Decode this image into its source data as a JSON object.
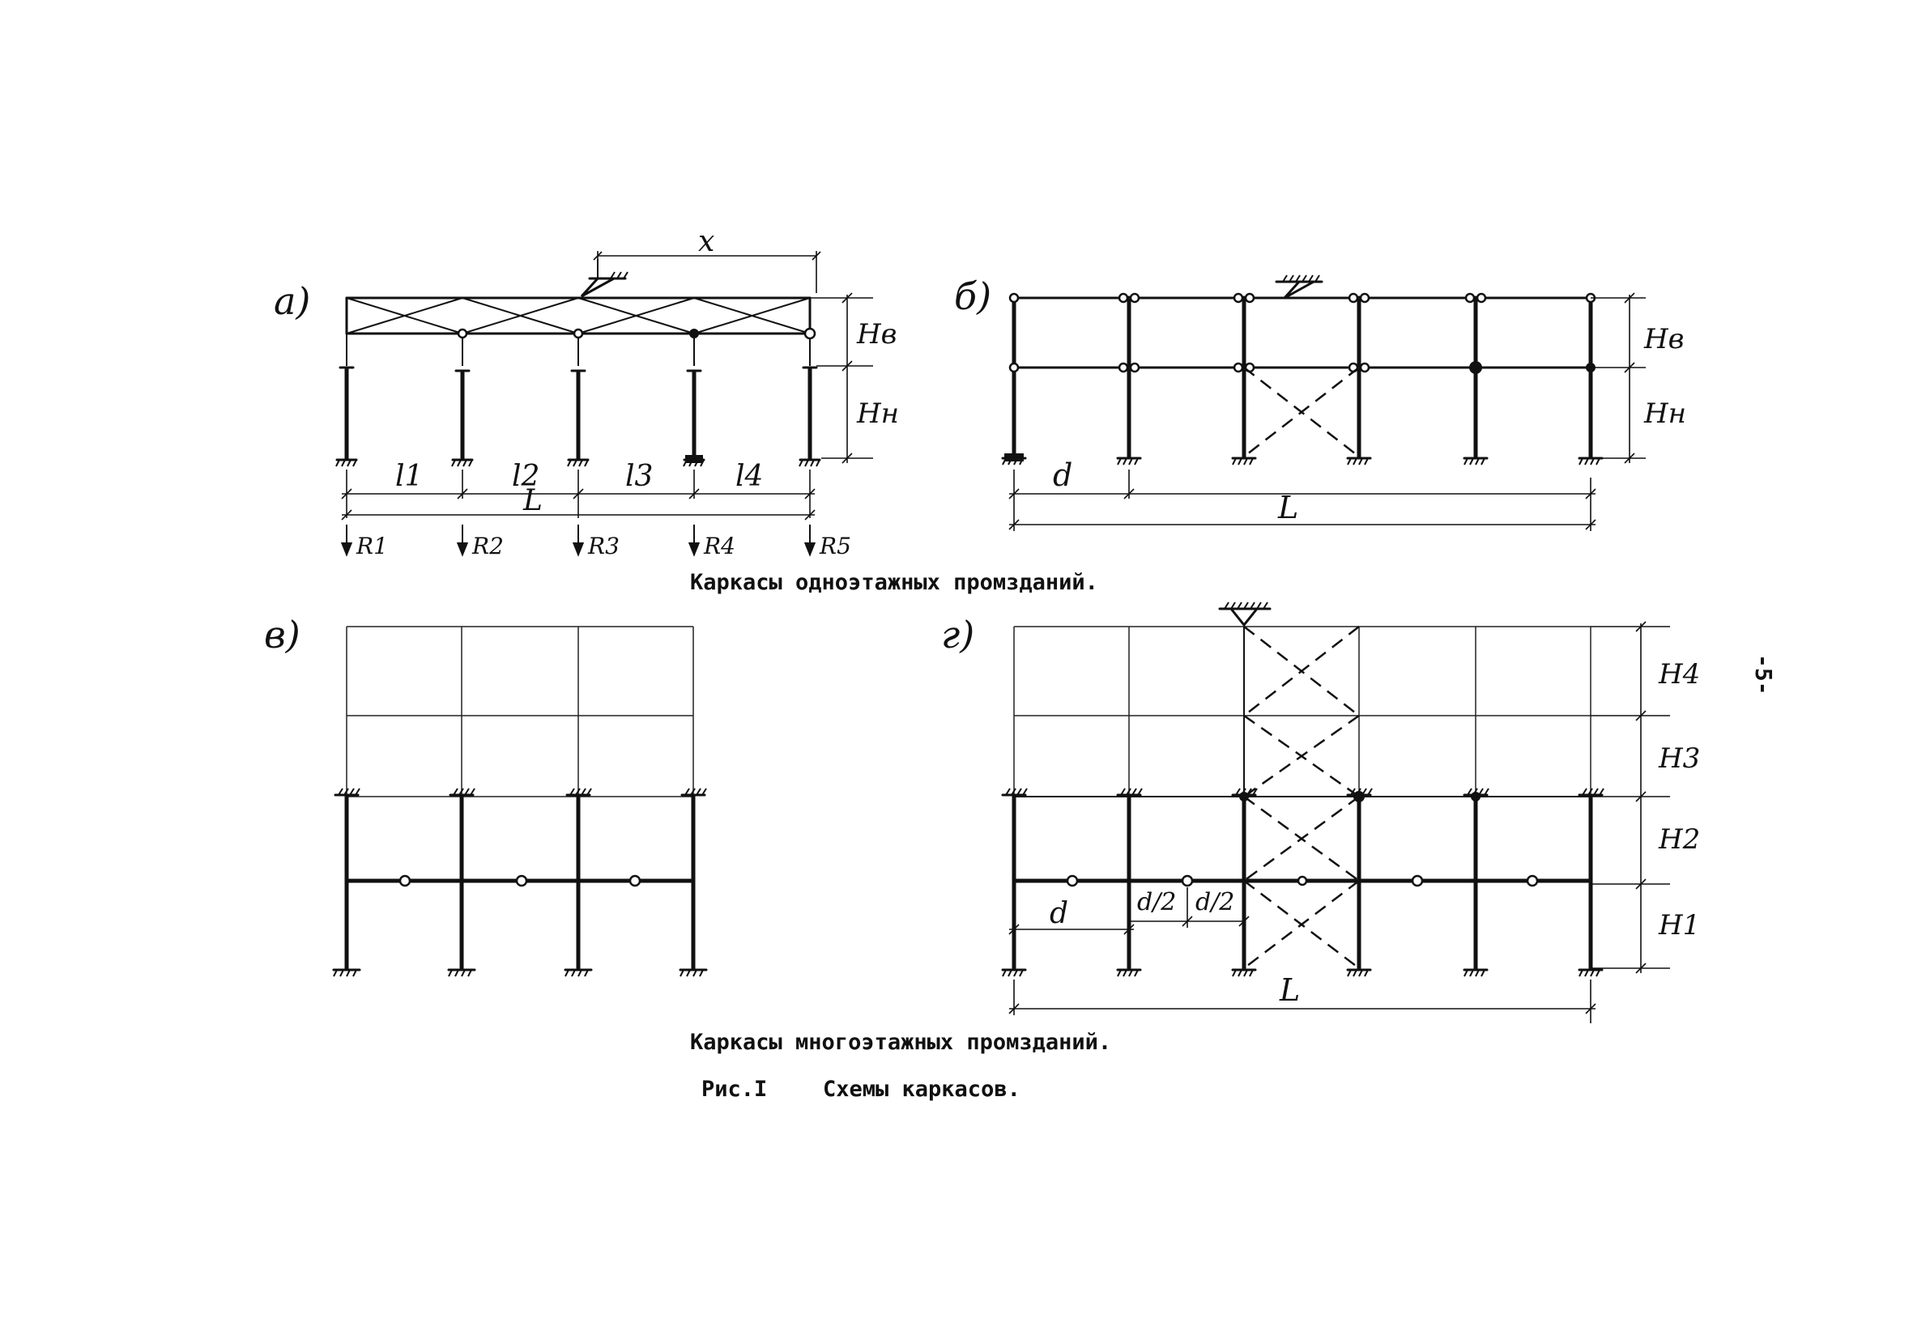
{
  "figure": {
    "caption_single": "Каркасы одноэтажных промзданий.",
    "caption_multi": "Каркасы многоэтажных промзданий.",
    "figure_number": "Рис.I",
    "figure_title": "Схемы каркасов.",
    "page_number": "-5-"
  },
  "diagrams": {
    "a": {
      "label": "а)",
      "spans": [
        "l1",
        "l2",
        "l3",
        "l4"
      ],
      "total_length": "L",
      "load_position": "x",
      "height_upper": "Hв",
      "height_lower": "Hн",
      "reactions": [
        "R1",
        "R2",
        "R3",
        "R4",
        "R5"
      ]
    },
    "b": {
      "label": "б)",
      "span": "d",
      "total_length": "L",
      "height_upper": "Hв",
      "height_lower": "Hн"
    },
    "v": {
      "label": "в)"
    },
    "g": {
      "label": "г)",
      "span": "d",
      "half_span_1": "d/2",
      "half_span_2": "d/2",
      "total_length": "L",
      "storey_heights": [
        "H4",
        "H3",
        "H2",
        "H1"
      ]
    }
  }
}
